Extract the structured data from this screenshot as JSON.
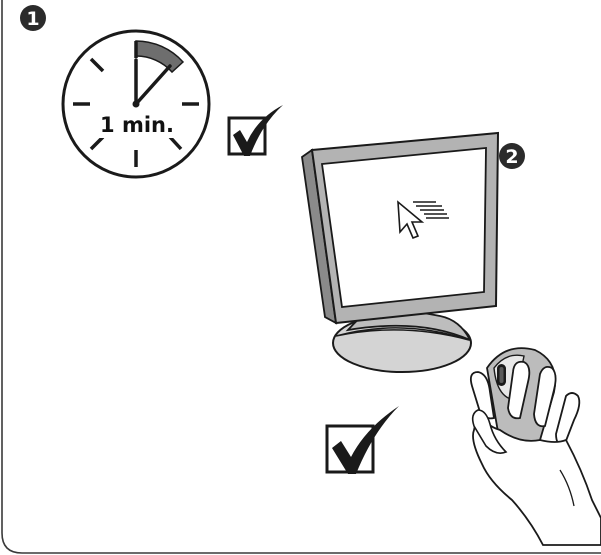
{
  "steps": [
    {
      "number": "1"
    },
    {
      "number": "2"
    }
  ],
  "timer": {
    "label": "1 min."
  },
  "colors": {
    "ink": "#1a1a1a",
    "badge": "#2b2b2b",
    "timer_arc": "#6e6e6e",
    "monitor_bezel": "#b3b3b3",
    "monitor_side": "#8a8a8a",
    "stand": "#d4d4d4",
    "mouse_body": "#bcbcbc"
  },
  "icons": [
    "stopwatch-icon",
    "checkbox-checked-icon",
    "monitor-icon",
    "cursor-pointer-icon",
    "mouse-icon",
    "hand-icon"
  ]
}
